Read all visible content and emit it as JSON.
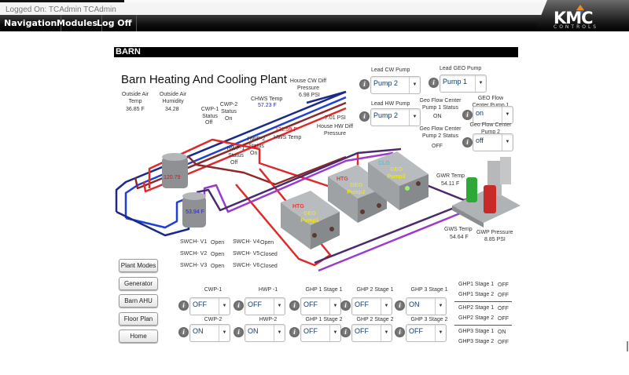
{
  "header": {
    "logged_on": "Logged On: TCAdmin TCAdmin",
    "nav": [
      "Navigation",
      "Modules",
      "Log Off"
    ],
    "logo_main": "KMC",
    "logo_sub": "CONTROLS"
  },
  "panel": {
    "name": "BARN",
    "title": "Barn Heating And Cooling Plant"
  },
  "readings": {
    "outside_air_temp_label": "Outside Air Temp",
    "outside_air_temp": "36.85 F",
    "outside_air_humidity_label": "Outside Air Humidity",
    "outside_air_humidity": "34.28",
    "cwp1_status_label": "CWP-1 Status",
    "cwp1_status": "Off",
    "cwp2_status_label": "CWP-2 Status",
    "cwp2_status": "On",
    "chws_temp_label": "CHWS Temp",
    "chws_temp": "57.23 F",
    "house_cw_diff_label": "House CW Diff Pressure",
    "house_cw_diff": "6.98 PSI",
    "hws_temp_label": "HWS Temp",
    "hws_temp": "121.59 F",
    "house_hw_diff_label": "House HW Diff Pressure",
    "house_hw_diff": "7.01 PSI",
    "hwp1_status_label": "HWP-1 Status",
    "hwp1_status": "Off",
    "hwp2_status_label": "HWP-2 Status",
    "hwp2_status": "On",
    "hot_tank_temp": "120.79",
    "cold_tank_temp": "53.94 F",
    "gwr_temp_label": "GWR Temp",
    "gwr_temp": "54.11 F",
    "gws_temp_label": "GWS Temp",
    "gws_temp": "54.64 F",
    "gwp_pressure_label": "GWP Pressure",
    "gwp_pressure": "8.85 PSI",
    "geo_flow_p1_status_label": "Geo Flow Center Pump 1 Status",
    "geo_flow_p1_status": "ON",
    "geo_flow_p2_status_label": "Geo Flow Center Pump 2 Status",
    "geo_flow_p2_status": "OFF"
  },
  "heat_pumps": [
    {
      "mode": "HTG",
      "name": "GEO Pump1"
    },
    {
      "mode": "HTG",
      "name": "GEO Pump2"
    },
    {
      "mode": "CLG",
      "name": "GEO Pump3"
    }
  ],
  "valves": [
    {
      "label": "SWCH- V1",
      "state": "Open"
    },
    {
      "label": "SWCH- V2",
      "state": "Open"
    },
    {
      "label": "SWCH- V3",
      "state": "Open"
    },
    {
      "label": "SWCH- V4",
      "state": "Open"
    },
    {
      "label": "SWCH- V5",
      "state": "Closed"
    },
    {
      "label": "SWCH- V6",
      "state": "Closed"
    }
  ],
  "lead_selects": {
    "lead_cw_label": "Lead CW Pump",
    "lead_cw_value": "Pump 2",
    "lead_hw_label": "Lead HW Pump",
    "lead_hw_value": "Pump 2",
    "lead_geo_label": "Lead GEO Pump",
    "lead_geo_value": "Pump 1",
    "geo_flow_p1_label": "GEO Flow Center Pump 1",
    "geo_flow_p1_value": "on",
    "geo_flow_p2_label": "Geo Flow Center Pump 2",
    "geo_flow_p2_value": "off"
  },
  "nav_buttons": [
    "Plant Modes",
    "Generator",
    "Barn AHU",
    "Floor Plan",
    "Home"
  ],
  "pump_selects": [
    {
      "label": "CWP-1",
      "value": "OFF"
    },
    {
      "label": "HWP -1",
      "value": "OFF"
    },
    {
      "label": "GHP 1 Stage 1",
      "value": "OFF"
    },
    {
      "label": "GHP 2 Stage 1",
      "value": "OFF"
    },
    {
      "label": "GHP 3 Stage 1",
      "value": "ON"
    },
    {
      "label": "CWP-2",
      "value": "ON"
    },
    {
      "label": "HWP-2",
      "value": "ON"
    },
    {
      "label": "GHP 1 Stage 2",
      "value": "OFF"
    },
    {
      "label": "GHP 2 Stage 2",
      "value": "OFF"
    },
    {
      "label": "GHP 3 Stage 2",
      "value": "OFF"
    }
  ],
  "stage_status": [
    {
      "label": "GHP1 Stage 1",
      "value": "OFF"
    },
    {
      "label": "GHP1 Stage 2",
      "value": "OFF"
    },
    {
      "label": "GHP2 Stage 1",
      "value": "OFF"
    },
    {
      "label": "GHP2 Stage 2",
      "value": "OFF"
    },
    {
      "label": "GHP3 Stage 1",
      "value": "ON"
    },
    {
      "label": "GHP3 Stage 2",
      "value": "OFF"
    }
  ],
  "colors": {
    "chilled_supply": "#1f3fd6",
    "chilled_return": "#1b2a8a",
    "hot_supply": "#e02a2a",
    "hot_return": "#8a2a2a",
    "geo_loop": "#9a3bd0",
    "geo_return": "#4b2a6b",
    "htg_label": "#e23c3c",
    "clg_label": "#2fd3e0",
    "pump_label": "#e8e030"
  }
}
